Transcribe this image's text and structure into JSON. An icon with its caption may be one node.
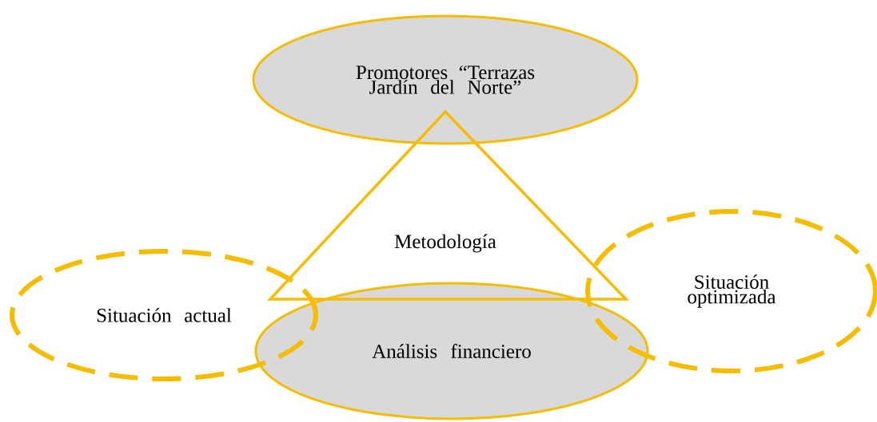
{
  "diagram": {
    "nodes": [
      {
        "text": [
          "Promotores “Terrazas Jardín del Norte”"
        ]
      },
      {
        "text": [
          "Metodología"
        ]
      },
      {
        "text": [
          "Situación actual"
        ]
      },
      {
        "text": [
          "Análisis financiero"
        ]
      },
      {
        "text": [
          "Situación optimizada"
        ]
      }
    ]
  }
}
